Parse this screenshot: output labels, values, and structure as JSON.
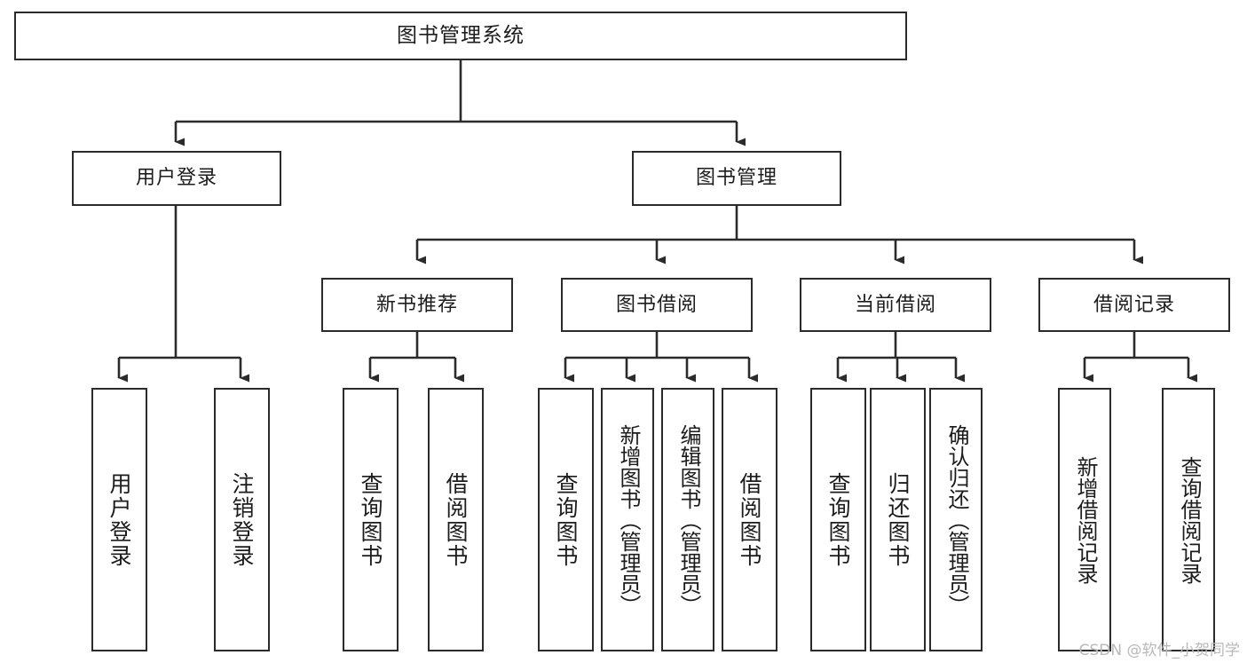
{
  "diagram": {
    "type": "tree-hierarchy-chart",
    "title": "图书管理系统",
    "line_color": "#2b2b2b",
    "box_fill": "#ffffff",
    "text_color": "#1c1c1c",
    "watermark": "CSDN @软件_小贺同学",
    "nodes": {
      "root": {
        "label": "图书管理系统"
      },
      "level2": [
        {
          "id": "user-login",
          "label": "用户登录"
        },
        {
          "id": "book-management",
          "label": "图书管理"
        }
      ],
      "level3": [
        {
          "id": "new-book-recommend",
          "label": "新书推荐"
        },
        {
          "id": "book-borrow",
          "label": "图书借阅"
        },
        {
          "id": "current-borrow",
          "label": "当前借阅"
        },
        {
          "id": "borrow-record",
          "label": "借阅记录"
        }
      ],
      "leaves": {
        "user_login": [
          {
            "id": "leaf-user-login",
            "label": "用户登录"
          },
          {
            "id": "leaf-user-logout",
            "label": "注销登录"
          }
        ],
        "new_book_recommend": [
          {
            "id": "leaf-query-book-1",
            "label": "查询图书"
          },
          {
            "id": "leaf-borrow-book-1",
            "label": "借阅图书"
          }
        ],
        "book_borrow": [
          {
            "id": "leaf-query-book-2",
            "label": "查询图书"
          },
          {
            "id": "leaf-add-book",
            "label": "新增图书（管理员）"
          },
          {
            "id": "leaf-edit-book",
            "label": "编辑图书（管理员）"
          },
          {
            "id": "leaf-borrow-book-2",
            "label": "借阅图书"
          }
        ],
        "current_borrow": [
          {
            "id": "leaf-query-book-3",
            "label": "查询图书"
          },
          {
            "id": "leaf-return-book",
            "label": "归还图书"
          },
          {
            "id": "leaf-confirm-return",
            "label": "确认归还（管理员）"
          }
        ],
        "borrow_record": [
          {
            "id": "leaf-add-record",
            "label": "新增借阅记录"
          },
          {
            "id": "leaf-query-record",
            "label": "查询借阅记录"
          }
        ]
      }
    }
  }
}
